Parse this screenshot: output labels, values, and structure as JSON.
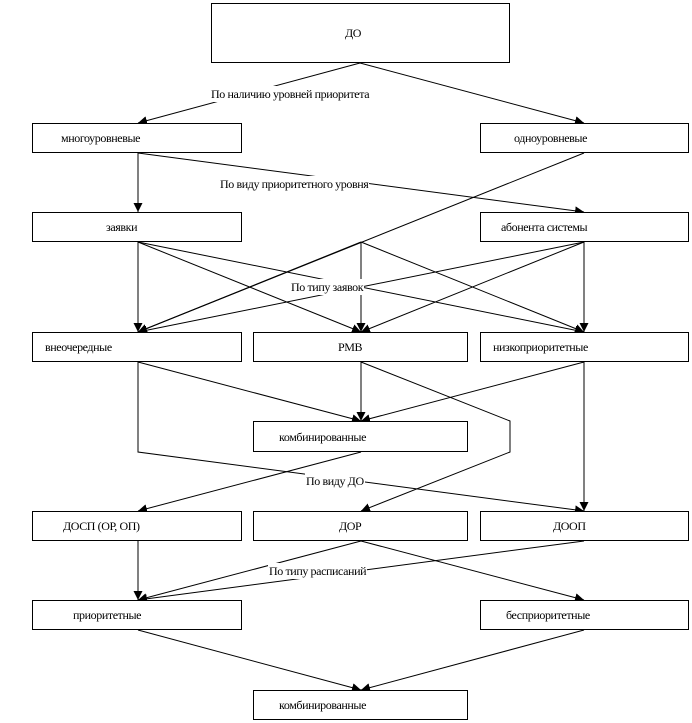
{
  "nodes": {
    "root": "ДО",
    "multilevel": "многоуровневые",
    "singlelevel": "одноуровневые",
    "requests": "заявки",
    "subscribers": "абонента системы",
    "urgent": "внеочередные",
    "rmv": "РМВ",
    "lowprio": "низкоприоритетные",
    "combined1": "комбинированные",
    "dosp": "ДОСП (ОР, ОП)",
    "dor": "ДОР",
    "doop": "ДООП",
    "prioritized": "приоритетные",
    "nonprioritized": "бесприоритетные",
    "combined2": "комбинированные"
  },
  "labels": {
    "by_priority_levels": "По наличию уровней приоритета",
    "by_priority_level_type": "По виду приоритетного уровня",
    "by_request_type": "По типу заявок",
    "by_do_type": "По виду ДО",
    "by_schedule_type": "По типу расписаний"
  }
}
